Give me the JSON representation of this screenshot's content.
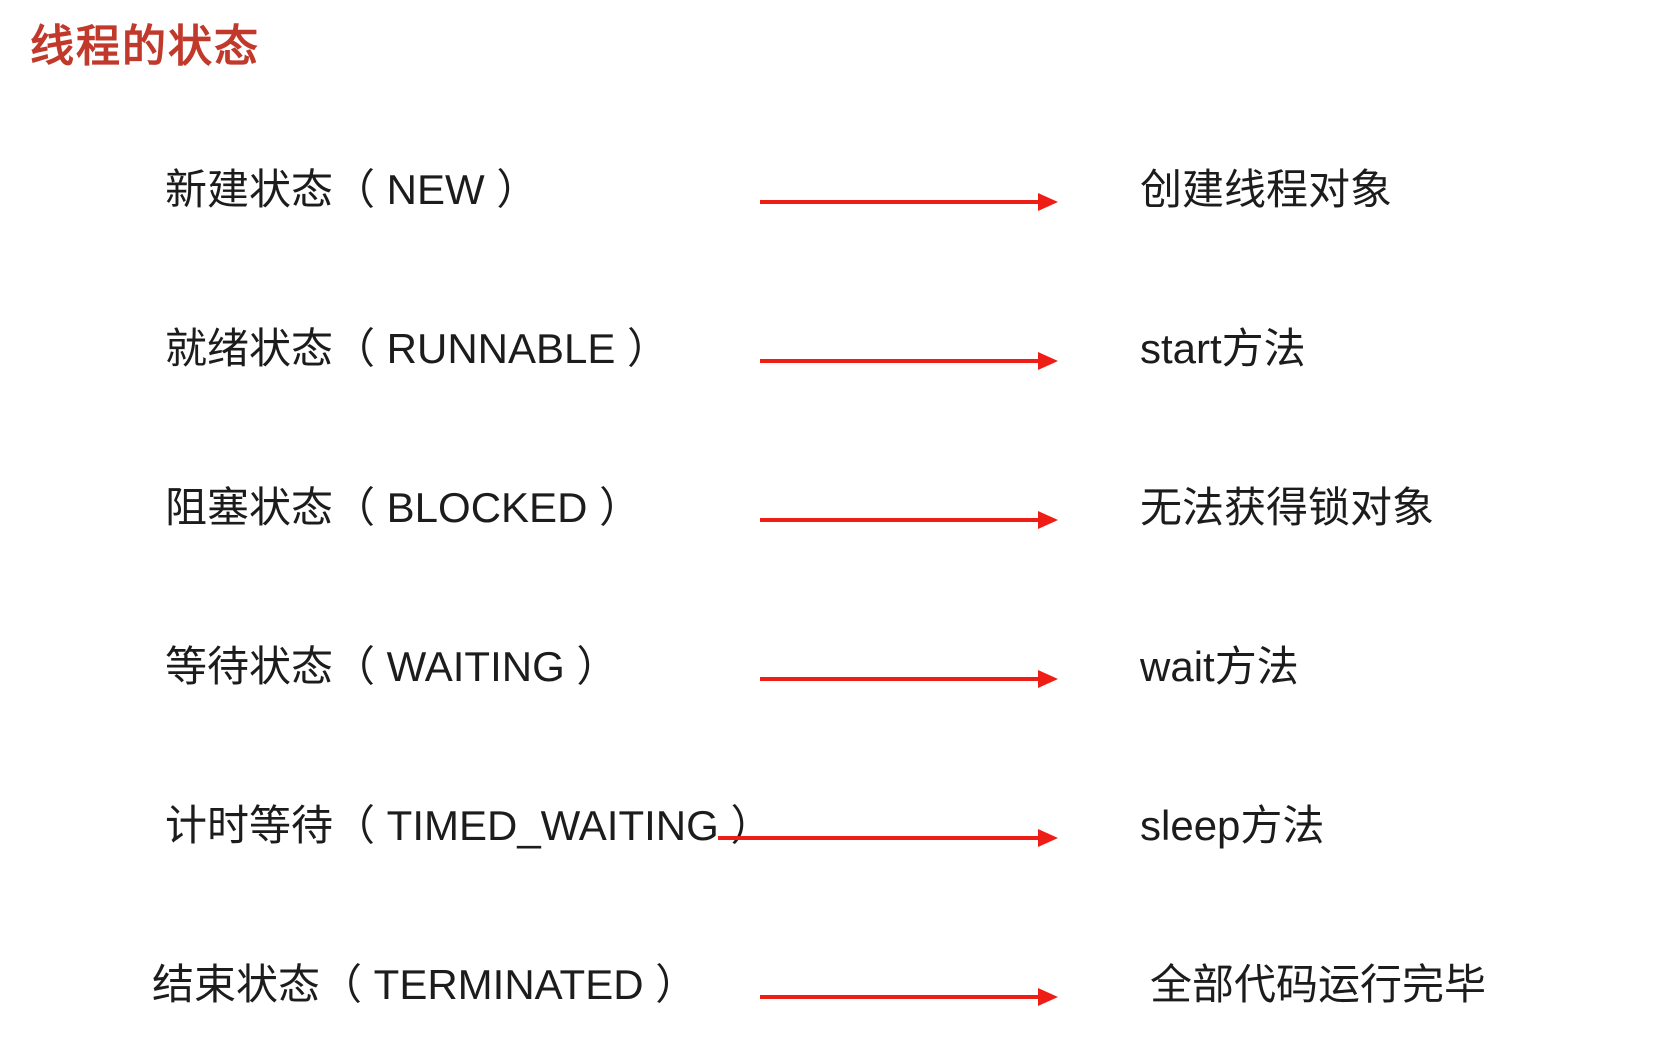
{
  "page": {
    "title": "线程的状态",
    "title_color": "#c0392b",
    "arrow_color": "#ee1d16",
    "text_color": "#1c1c1c",
    "background_color": "#ffffff"
  },
  "rows": [
    {
      "state": "新建状态（ NEW ）",
      "result": "创建线程对象"
    },
    {
      "state": "就绪状态（ RUNNABLE ）",
      "result": "start方法"
    },
    {
      "state": "阻塞状态（ BLOCKED ）",
      "result": "无法获得锁对象"
    },
    {
      "state": "等待状态（ WAITING ）",
      "result": "wait方法"
    },
    {
      "state": "计时等待（ TIMED_WAITING ）",
      "result": "sleep方法"
    },
    {
      "state": "结束状态（ TERMINATED ）",
      "result": "全部代码运行完毕"
    }
  ]
}
